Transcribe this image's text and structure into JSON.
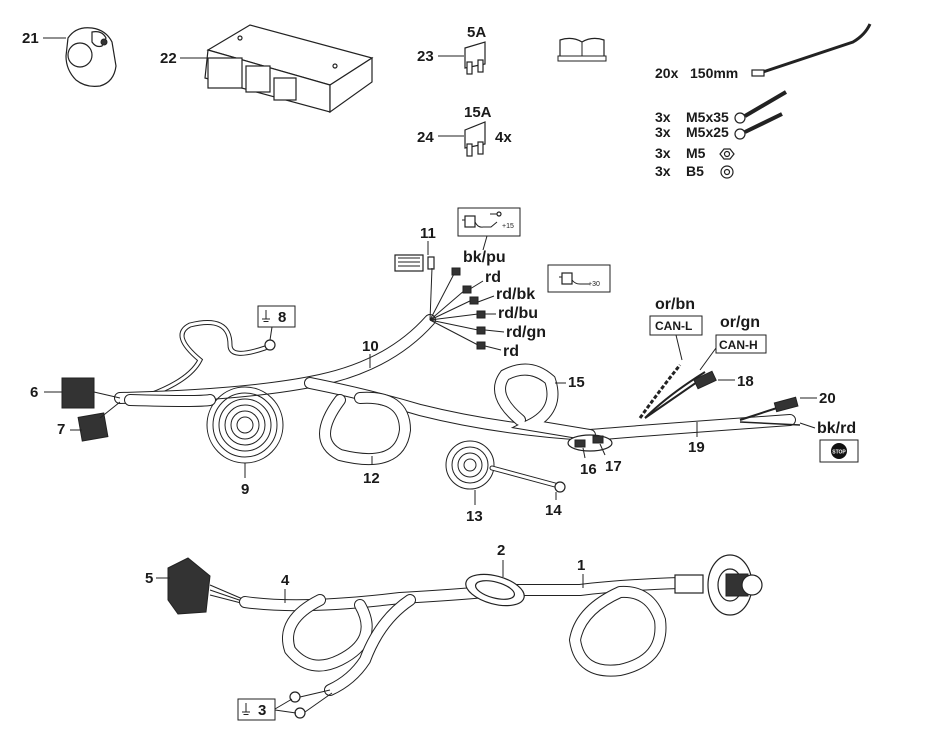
{
  "accessories": {
    "socket": {
      "number": "21"
    },
    "control_module": {
      "number": "22"
    },
    "fuse_5a": {
      "number": "23",
      "rating": "5A"
    },
    "fuse_15a": {
      "number": "24",
      "rating": "15A",
      "quantity": "4x"
    },
    "manual_icon": "book-icon",
    "cable_tie": {
      "quantity": "20x",
      "size": "150mm"
    },
    "hardware": [
      {
        "quantity": "3x",
        "name": "M5x35",
        "icon": "screw-icon"
      },
      {
        "quantity": "3x",
        "name": "M5x25",
        "icon": "screw-icon"
      },
      {
        "quantity": "3x",
        "name": "M5",
        "icon": "nut-icon"
      },
      {
        "quantity": "3x",
        "name": "B5",
        "icon": "washer-icon"
      }
    ]
  },
  "main_harness": {
    "part_numbers": {
      "p6": "6",
      "p7": "7",
      "p8": "8",
      "p9": "9",
      "p10": "10",
      "p11": "11",
      "p12": "12",
      "p13": "13",
      "p14": "14",
      "p15": "15",
      "p16": "16",
      "p17": "17",
      "p18": "18",
      "p19": "19",
      "p20": "20"
    },
    "wire_colors": [
      "bk/pu",
      "rd",
      "rd/bk",
      "rd/bu",
      "rd/gn",
      "rd"
    ],
    "power_labels": {
      "ignition": "+15",
      "permanent": "+30"
    },
    "can": {
      "low": {
        "color": "or/bn",
        "label": "CAN-L"
      },
      "high": {
        "color": "or/gn",
        "label": "CAN-H"
      }
    },
    "stop_wire": {
      "color": "bk/rd",
      "label": "STOP"
    }
  },
  "rear_harness": {
    "part_numbers": {
      "p1": "1",
      "p2": "2",
      "p3": "3",
      "p4": "4",
      "p5": "5"
    }
  }
}
